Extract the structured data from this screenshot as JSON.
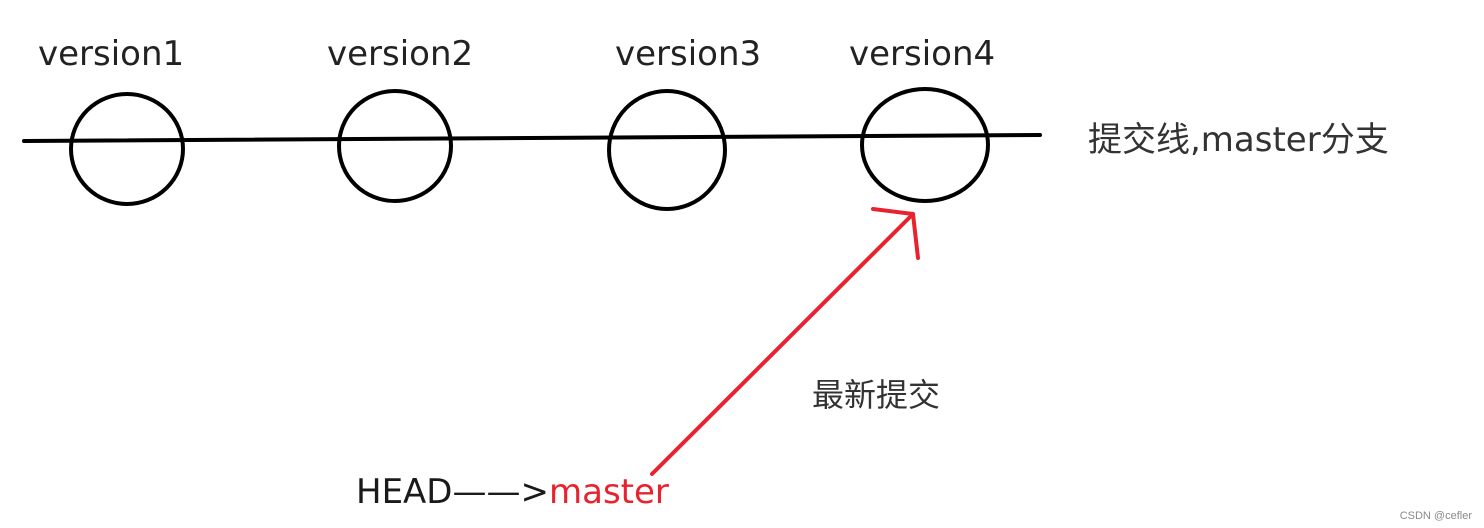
{
  "versions": [
    {
      "label": "version1"
    },
    {
      "label": "version2"
    },
    {
      "label": "version3"
    },
    {
      "label": "version4"
    }
  ],
  "branch_label": "提交线,master分支",
  "latest_commit_label": "最新提交",
  "head": {
    "head_text": "HEAD",
    "arrow_text": "——>",
    "master_text": "master"
  },
  "watermark": "CSDN @cefler",
  "colors": {
    "line": "#000000",
    "pointer": "#e8232f"
  }
}
